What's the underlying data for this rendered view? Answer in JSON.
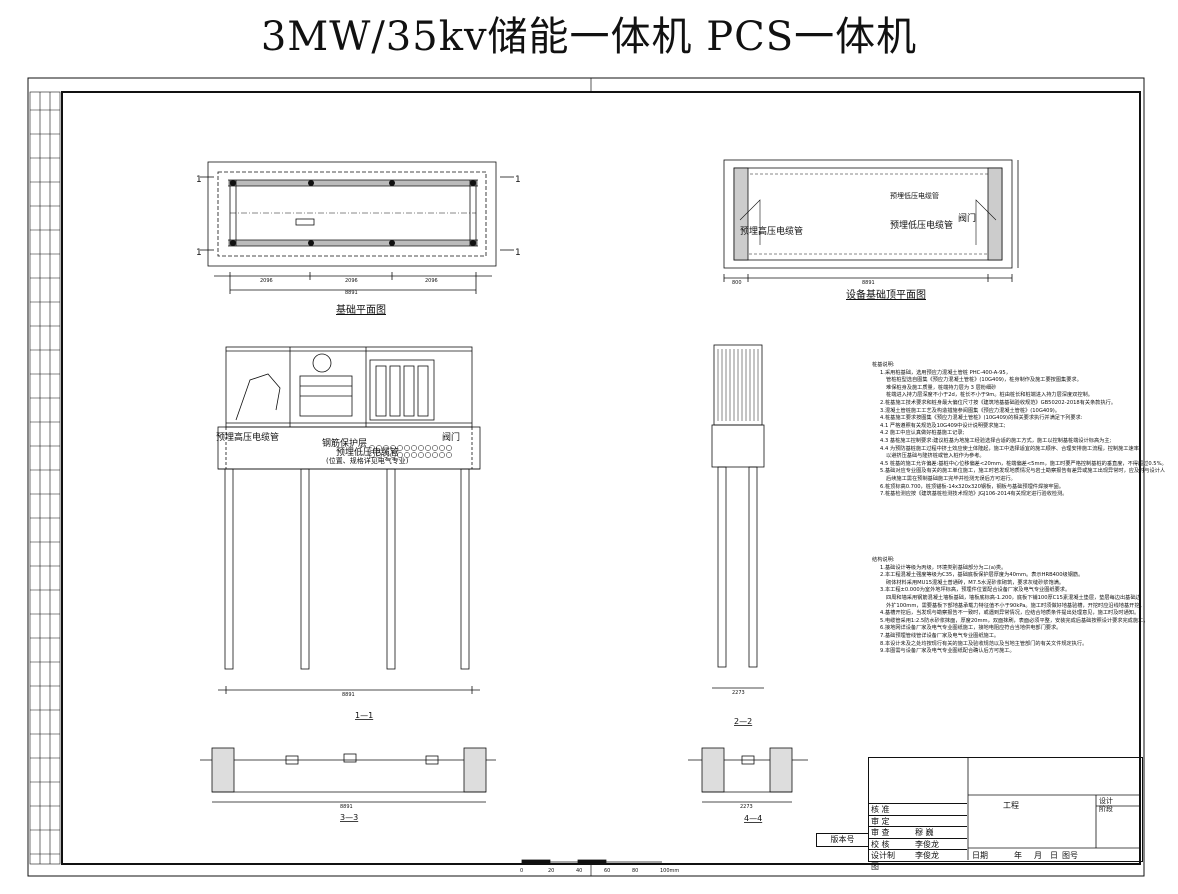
{
  "title": "3MW/35kv储能一体机  PCS一体机",
  "views": {
    "foundation_plan": "基础平面图",
    "equipment_top_plan": "设备基础顶平面图",
    "section_1_1": "1—1",
    "section_2_2": "2—2",
    "section_3_3": "3—3",
    "section_4_4": "4—4"
  },
  "dimensions": {
    "plan_total": "8891",
    "plan_parts": [
      "2096",
      "2096",
      "2096"
    ],
    "top_total": "8891",
    "top_side": "800",
    "elev_total": "8891",
    "side_width": "2273",
    "sec3_total": "8891",
    "sec4_width": "2273"
  },
  "labels": {
    "hv_cable": "预埋高压电缆管",
    "lv_cable": "预埋低压电缆管",
    "hv_cable_elev": "预埋高压电缆管",
    "rebar": "钢筋保护层",
    "lv_cable_elev": "预埋低压电缆管",
    "position_note": "(位置、规格详见电气专业)",
    "valve": "阀门",
    "valve_elev": "阀门",
    "lv_cable_top": "预埋低压电缆管"
  },
  "pile_notes": {
    "heading": "桩基说明:",
    "lines": [
      "1.采用桩基础，选用预应力混凝土管桩 PHC-400-A-95，",
      "管桩桩型选自图集《预应力混凝土管桩》(10G409)，桩身制作及施工要按图集要求。",
      "难保桩身及施工质量，桩端持力层为 3 层粉细砂",
      "桩端进入持力层深度不小于2d，桩长不小于9m。桩由桩长和桩端进入持力层深度双控制。",
      "2.桩基施工技术要求和桩身最大偏位尺寸按《建筑地基基础验收规范》GB50202-2018有关条款执行。",
      "3.混凝土管桩施工工艺及构造措施参阅图集《预应力混凝土管桩》(10G409)。",
      "4.桩基施工要求按图集《预应力混凝土管桩》(10G409)的相关要求执行并满足下列要求:",
      "4.1 严格遵照有关规范及10G409中设计说明要求施工;",
      "4.2 施工中应认真做好桩基施工记录;",
      "4.3 基桩施工控制要求:建议桩基为地施工经验选择合适的施工方式，施工以控制基桩端设计标高为主;",
      "4.4 为预防基桩施工过程中挤土效应使土体隆起，施工中选择适宜的施工顺序、合理安排施工流程，控制施工速率;",
      "以避挤压基础与隆挤桩或管入桩作为参考。",
      "4.5 桩基的施工允许偏差:基桩中心位移偏差<20mm，桩端偏差<5mm，施工时要严格控制基桩的垂直度，不得超过0.5%。",
      "5.基础对应专业图及有关的施工单位施工，施工时若发现地质情况与岩土勘察报告有差异或施工出现异常时，应及时与设计人",
      "后续施工需在预制基础施工完毕并检测无误后方可进行。",
      "6.桩顶标高0.700，桩顶锚板-14x320x320钢板，钢板与基础预埋件焊接牢固。",
      "7.桩基检测应按《建筑基桩检测技术规范》JGJ106-2014有关规定进行验收检测。"
    ]
  },
  "structure_notes": {
    "heading": "结构说明:",
    "lines": [
      "1.基础设计等级为丙级，环境类别基础部分为二(a)类。",
      "2.本工程混凝土强度等级为C35，基础底板保护层厚度为40mm。表示HRB400级钢筋。",
      "砌体材料采用MU15混凝土普通砖，M7.5水泥砂浆砌筑，要求灰缝砂浆饱满。",
      "3.本工程±0.000为室外地坪标高，预埋件位置配合设备厂家及电气专业图纸要求。",
      "四周和墙采用钢筋混凝土墙板基础，墙板底标高-1.200，底板下铺100厚C15素混凝土垫层，垫层每边出基础边",
      "外扩100mm，需要基板下部地基承载力特征值不小于90kPa。施工时须做好地基验槽，开挖时应沿线地基开挖。",
      "4.基槽开挖后，当发现与勘察报告不一致时，或遇到异常情况，应结合地质条件提出处理意见，施工时及时通知。",
      "5.电缆管采用1:2.5防水砂浆抹面，厚度20mm，双面抹刷，表面必须平整，安装完成后基础按照设计要求完成施工。",
      "6.接地网详设备厂家及电气专业图纸施工，接地电阻应符合当地供电部门要求。",
      "7.基础预埋管线管详设备厂家及电气专业图纸施工。",
      "8.本设计未及之处均按现行有关的施工及验收规范以及当地主管部门的有关文件规定执行。",
      "9.本图需与设备厂家及电气专业图纸配合确认后方可施工。"
    ]
  },
  "title_block": {
    "rows": [
      {
        "label": "核  准",
        "name": ""
      },
      {
        "label": "审  定",
        "name": ""
      },
      {
        "label": "审  查",
        "name": "穆  巍"
      },
      {
        "label": "校  核",
        "name": "李俊龙"
      },
      {
        "label": "设计制图",
        "name": "李俊龙"
      }
    ],
    "project_label": "工程",
    "stage_top": "设计",
    "stage_bottom": "阶段",
    "date_label": "日期",
    "year": "年",
    "month": "月",
    "day": "日",
    "drawing_no": "图号",
    "version": "版本号"
  },
  "scale_bar": [
    "0",
    "20",
    "40",
    "60",
    "80",
    "100mm"
  ]
}
